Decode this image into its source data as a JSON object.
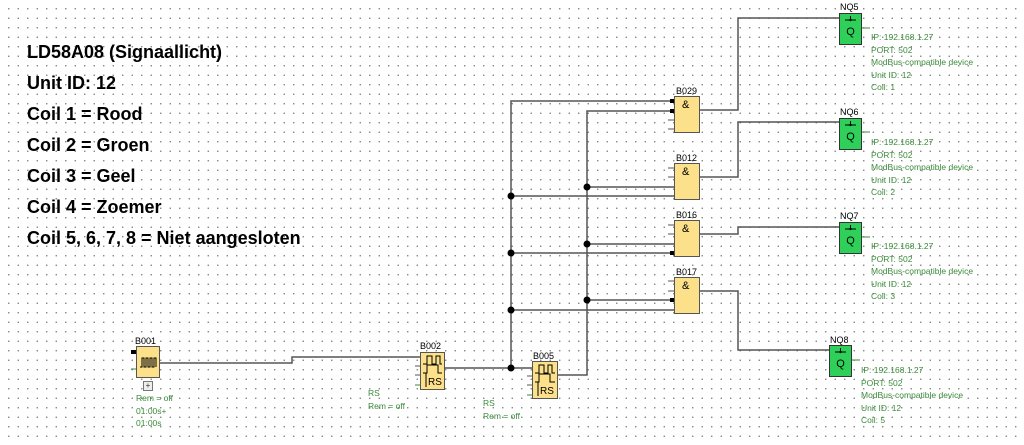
{
  "notes": [
    "LD58A08 (Signaallicht)",
    "Unit ID: 12",
    "Coil 1 = Rood",
    "Coil 2 = Groen",
    "Coil 3 = Geel",
    "Coil 4 = Zoemer",
    "Coil 5, 6, 7, 8 = Niet aangesloten"
  ],
  "blocks": {
    "b001": {
      "label": "B001",
      "params": [
        "Rem = off",
        "01:00s+",
        "01:00s"
      ]
    },
    "b002": {
      "label": "B002",
      "params": [
        "RS",
        "Rem = off"
      ],
      "type_text": "RS"
    },
    "b005": {
      "label": "B005",
      "params": [
        "RS",
        "Rem = off"
      ],
      "type_text": "RS"
    },
    "b029": {
      "label": "B029",
      "symbol": "&"
    },
    "b012": {
      "label": "B012",
      "symbol": "&"
    },
    "b016": {
      "label": "B016",
      "symbol": "&"
    },
    "b017": {
      "label": "B017",
      "symbol": "&"
    }
  },
  "outputs": [
    {
      "label": "NQ5",
      "symbol": "Q",
      "ip": "IP: 192.168.1.27",
      "port": "PORT: 502",
      "device": "ModBus-compatible device",
      "unit": "Unit ID: 12",
      "coil": "Coil: 1"
    },
    {
      "label": "NQ6",
      "symbol": "Q",
      "ip": "IP: 192.168.1.27",
      "port": "PORT: 502",
      "device": "ModBus-compatible device",
      "unit": "Unit ID: 12",
      "coil": "Coil: 2"
    },
    {
      "label": "NQ7",
      "symbol": "Q",
      "ip": "IP: 192.168.1.27",
      "port": "PORT: 502",
      "device": "ModBus-compatible device",
      "unit": "Unit ID: 12",
      "coil": "Coil: 3"
    },
    {
      "label": "NQ8",
      "symbol": "Q",
      "ip": "IP: 192.168.1.27",
      "port": "PORT: 502",
      "device": "ModBus-compatible device",
      "unit": "Unit ID: 12",
      "coil": "Coil: 5"
    }
  ],
  "colors": {
    "function_block": "#fde08a",
    "output_block": "#2fd05a",
    "param_text": "#3a8a3a",
    "wire": "#555555"
  }
}
